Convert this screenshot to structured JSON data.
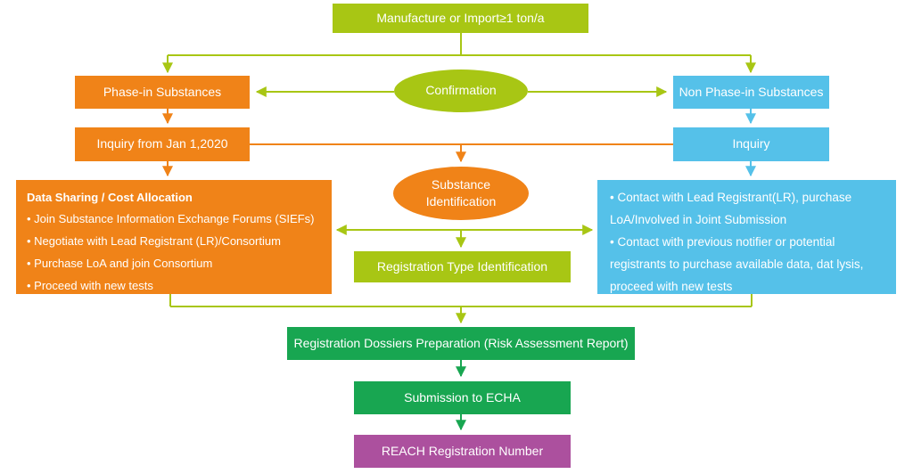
{
  "palette": {
    "yellow_green": "#a8c614",
    "orange": "#f08318",
    "blue": "#55c1e9",
    "green": "#18a651",
    "purple": "#ac509e",
    "text": "#ffffff"
  },
  "nodes": {
    "manufacture": "Manufacture or Import≥1 ton/a",
    "phase_in": "Phase-in Substances",
    "confirmation": "Confirmation",
    "non_phase_in": "Non Phase-in Substances",
    "inquiry_2020": "Inquiry from Jan 1,2020",
    "inquiry": "Inquiry",
    "substance_id_line1": "Substance",
    "substance_id_line2": "Identification",
    "data_sharing_title": "Data Sharing / Cost Allocation",
    "data_sharing_items": [
      "• Join Substance Information Exchange Forums (SIEFs)",
      "• Negotiate with Lead Registrant (LR)/Consortium",
      "• Purchase LoA and join Consortium",
      "• Proceed with new tests"
    ],
    "contact_lines": [
      "• Contact with Lead Registrant(LR), purchase",
      "LoA/Involved in Joint Submission",
      "• Contact with previous notifier or potential",
      "registrants to purchase available data, dat lysis,",
      "proceed with new tests"
    ],
    "registration_type": "Registration Type Identification",
    "dossiers": "Registration Dossiers Preparation (Risk Assessment Report)",
    "submission": "Submission to ECHA",
    "reach_number": "REACH Registration Number"
  }
}
